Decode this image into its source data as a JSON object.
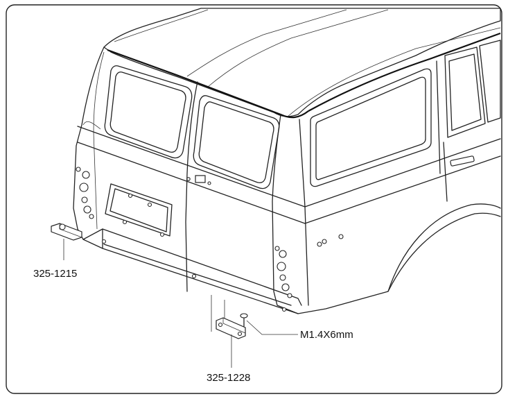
{
  "labels": {
    "part_light": "325-1215",
    "part_plate": "325-1228",
    "screw": "M1.4X6mm"
  }
}
